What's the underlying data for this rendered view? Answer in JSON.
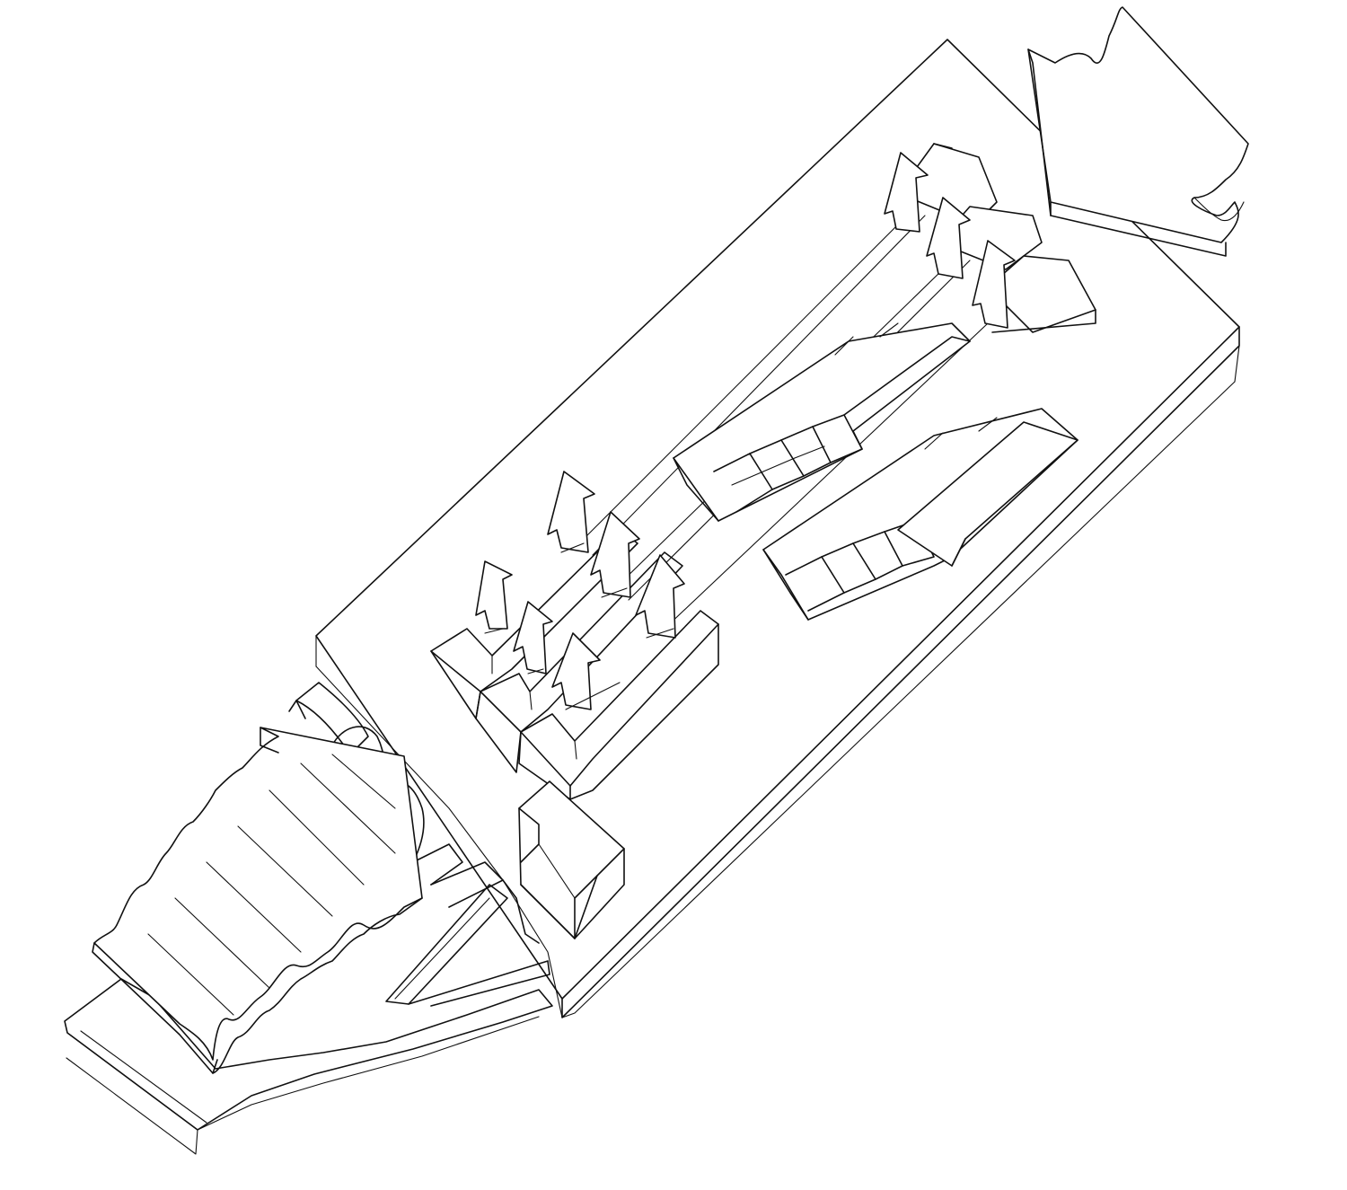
{
  "drawing": {
    "style": "isometric line sketch",
    "stroke_color": "#111111",
    "background_color": "#ffffff",
    "elements": [
      "main-platform",
      "raised-bar-blocks",
      "arrow-markers",
      "stair-ramps",
      "corner-cube-block",
      "wavy-entry-ramp",
      "lower-walkway-slab",
      "detached-wavy-slab"
    ]
  }
}
